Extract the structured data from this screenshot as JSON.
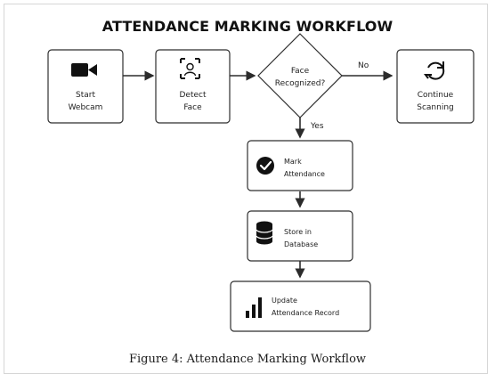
{
  "title": "ATTENDANCE MARKING WORKFLOW",
  "caption": "Figure 4: Attendance Marking Workflow",
  "nodes": {
    "start_webcam": {
      "line1": "Start",
      "line2": "Webcam",
      "icon": "video-camera-icon"
    },
    "detect_face": {
      "line1": "Detect",
      "line2": "Face",
      "icon": "face-scan-icon"
    },
    "face_recognized": {
      "line1": "Face",
      "line2": "Recognized?"
    },
    "continue_scanning": {
      "line1": "Continue",
      "line2": "Scanning",
      "icon": "refresh-icon"
    },
    "mark_attendance": {
      "line1": "Mark",
      "line2": "Attendance",
      "icon": "check-circle-icon"
    },
    "store_database": {
      "line1": "Store in",
      "line2": "Database",
      "icon": "database-icon"
    },
    "update_record": {
      "line1": "Update",
      "line2": "Attendance Record",
      "icon": "bar-chart-icon"
    }
  },
  "edges": {
    "no_label": "No",
    "yes_label": "Yes"
  },
  "colors": {
    "stroke": "#2f2f2f",
    "text": "#222222"
  }
}
